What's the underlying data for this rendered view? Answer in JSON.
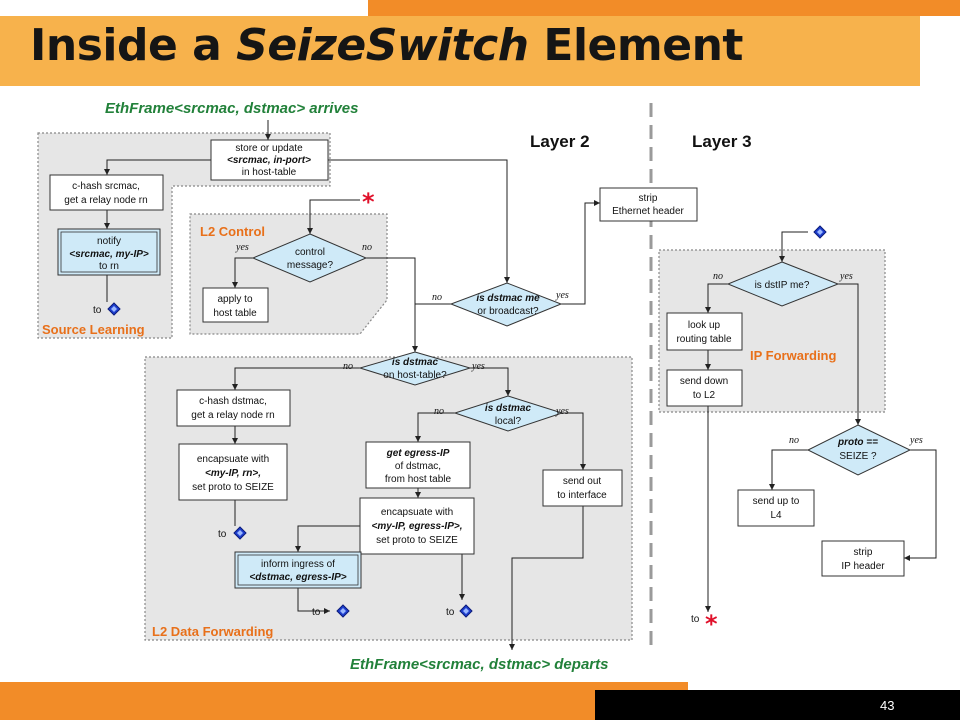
{
  "slide": {
    "title_prefix": "Inside a ",
    "title_italic": "SeizeSwitch",
    "title_suffix": " Element",
    "page_number": "43"
  },
  "labels": {
    "arrives": "EthFrame<srcmac, dstmac> arrives",
    "departs": "EthFrame<srcmac, dstmac> departs",
    "layer2": "Layer 2",
    "layer3": "Layer 3"
  },
  "regions": {
    "source_learning": "Source Learning",
    "l2_control": "L2 Control",
    "l2_data_forwarding": "L2 Data Forwarding",
    "ip_forwarding": "IP Forwarding"
  },
  "nodes": {
    "store_update": [
      "store or update",
      "<srcmac, in-port>",
      "in host-table"
    ],
    "chash_src": [
      "c-hash srcmac,",
      "get a relay node rn"
    ],
    "notify": [
      "notify",
      "<srcmac, my-IP>",
      "to rn"
    ],
    "control_msg": [
      "control",
      "message?"
    ],
    "apply": [
      "apply to",
      "host table"
    ],
    "is_dstmac_me": [
      "is dstmac me",
      "or broadcast?"
    ],
    "strip_eth": [
      "strip",
      "Ethernet header"
    ],
    "on_host_table": [
      "is dstmac",
      "on host-table?"
    ],
    "chash_dst": [
      "c-hash dstmac,",
      "get a relay node rn"
    ],
    "encap_rn": [
      "encapsuate with",
      "<my-IP, rn>,",
      "set proto to SEIZE"
    ],
    "dstmac_local": [
      "is dstmac",
      "local?"
    ],
    "get_egress": [
      "get egress-IP",
      "of dstmac,",
      "from host table"
    ],
    "send_out": [
      "send out",
      "to interface"
    ],
    "encap_egress": [
      "encapsuate with",
      "<my-IP, egress-IP>,",
      "set proto to SEIZE"
    ],
    "inform": [
      "inform ingress of",
      "<dstmac, egress-IP>"
    ],
    "is_dstip_me": [
      "is dstIP me?"
    ],
    "lookup": [
      "look up",
      "routing table"
    ],
    "send_down": [
      "send down",
      "to L2"
    ],
    "proto_seize": [
      "proto ==",
      "SEIZE ?"
    ],
    "send_up": [
      "send up to",
      "L4"
    ],
    "strip_ip": [
      "strip",
      "IP header"
    ]
  },
  "branch": {
    "yes": "yes",
    "no": "no",
    "to": "to"
  },
  "colors": {
    "title_band": "#F7B24C",
    "accent_orange": "#F28C28",
    "region_fill": "#E6E6E6",
    "highlight_fill": "#CFEAF8",
    "connector_blue": "#1E3FCF",
    "label_green": "#22813A",
    "star_red": "#E0102A"
  }
}
